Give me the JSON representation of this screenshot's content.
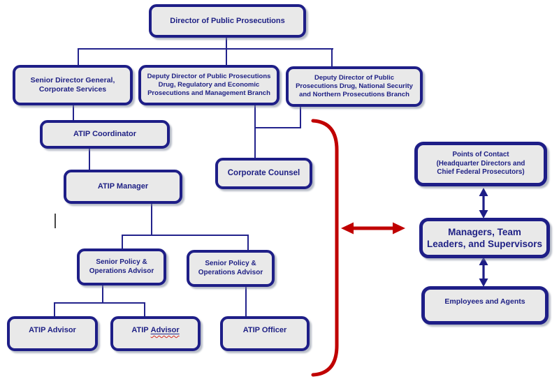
{
  "diagram": {
    "type": "organizational-chart",
    "colors": {
      "box_fill": "#E9E9E9",
      "box_border_navy": "#1E1E87",
      "text_navy": "#1F2185",
      "connector_navy": "#23238C",
      "accent_red": "#C00000",
      "spellcheck_red": "#D42A1E"
    },
    "shapes": {
      "red_bracket": "large-right-curly-bracket",
      "red_double_arrow": "horizontal-double-headed-arrow",
      "blue_double_arrow_top": "vertical-double-headed-arrow",
      "blue_double_arrow_bottom": "vertical-double-headed-arrow"
    }
  },
  "nodes": {
    "director": {
      "label": "Director of Public Prosecutions"
    },
    "senior_director_general": {
      "lines": [
        "Senior Director General,",
        "Corporate Services"
      ]
    },
    "deputy_drug_regulatory": {
      "lines": [
        "Deputy Director of Public Prosecutions",
        "Drug, Regulatory and Economic",
        "Prosecutions and Management Branch"
      ]
    },
    "deputy_national_security": {
      "lines": [
        "Deputy Director of Public",
        "Prosecutions Drug, National Security",
        "and Northern Prosecutions Branch"
      ]
    },
    "atip_coordinator": {
      "label": "ATIP Coordinator"
    },
    "atip_manager": {
      "label": "ATIP Manager"
    },
    "corporate_counsel": {
      "label": "Corporate Counsel"
    },
    "spoa_left": {
      "lines": [
        "Senior Policy &",
        "Operations Advisor"
      ]
    },
    "spoa_right": {
      "lines": [
        "Senior Policy &",
        "Operations Advisor"
      ]
    },
    "atip_advisor_1": {
      "label": "ATIP Advisor"
    },
    "atip_advisor_2": {
      "label_prefix": "ATIP",
      "label_underlined": "Advisor"
    },
    "atip_officer": {
      "label": "ATIP Officer"
    },
    "points_of_contact": {
      "lines": [
        "Points of Contact",
        "(Headquarter Directors and",
        "Chief Federal Prosecutors)"
      ]
    },
    "managers": {
      "lines": [
        "Managers, Team",
        "Leaders, and Supervisors"
      ]
    },
    "employees": {
      "label": "Employees and Agents"
    }
  }
}
